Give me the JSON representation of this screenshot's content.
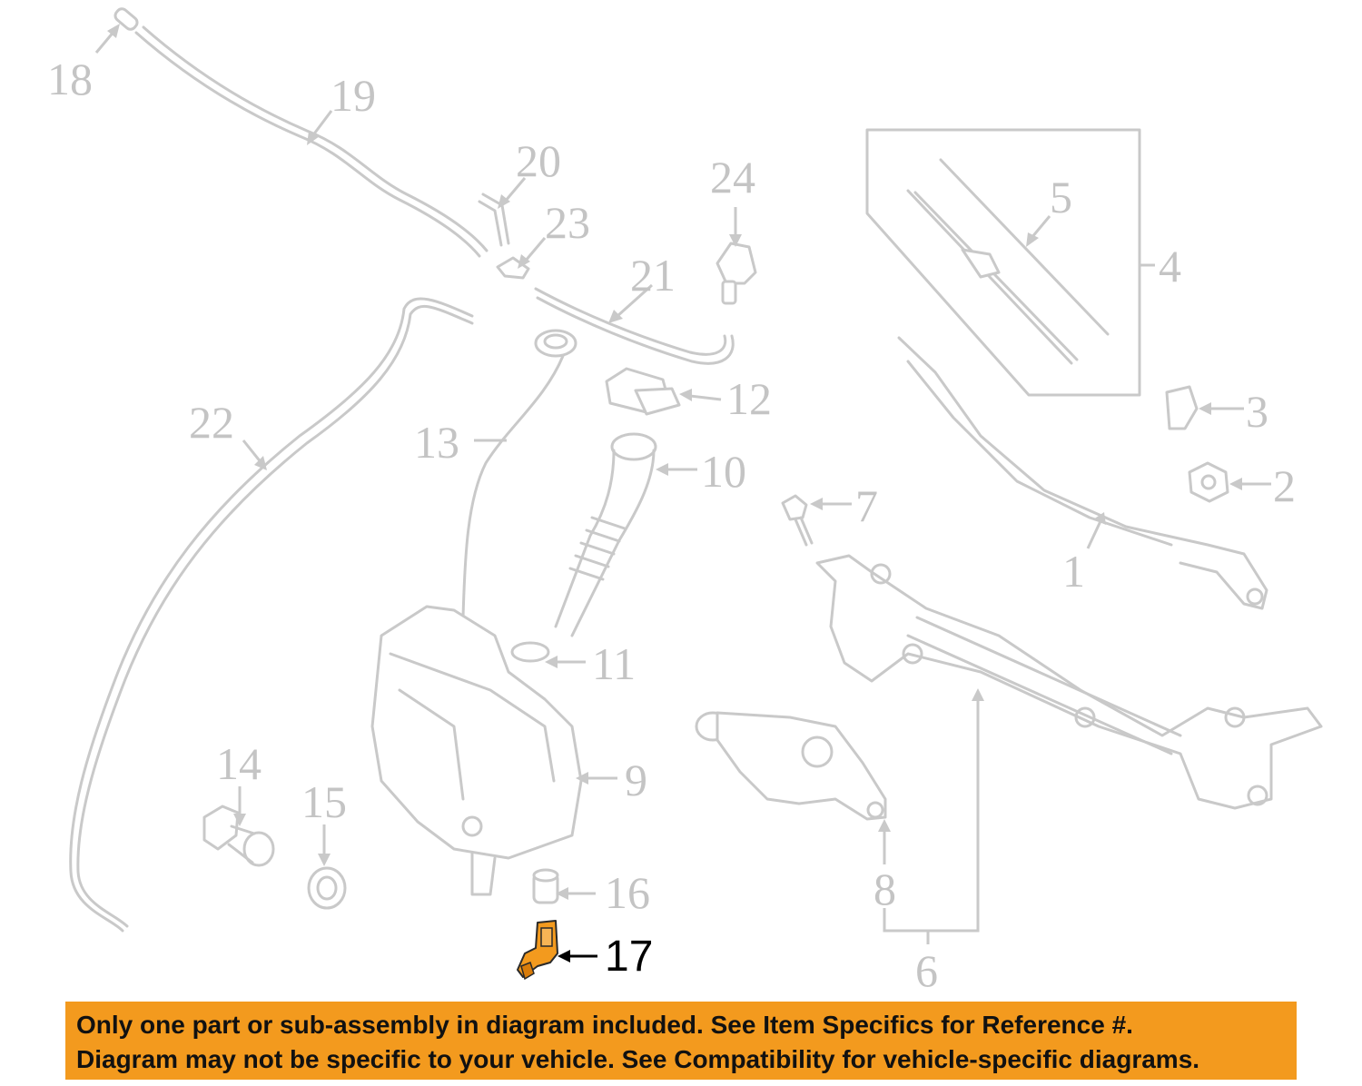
{
  "diagram": {
    "highlight_color": "#f39a1e",
    "part_color": "#c9c9c9",
    "highlighted_part": "17",
    "callouts": [
      "1",
      "2",
      "3",
      "4",
      "5",
      "6",
      "7",
      "8",
      "9",
      "10",
      "11",
      "12",
      "13",
      "14",
      "15",
      "16",
      "17",
      "18",
      "19",
      "20",
      "21",
      "22",
      "23",
      "24"
    ]
  },
  "banner": {
    "background": "#f39a1e",
    "line1": "Only one part or sub-assembly in diagram included. See Item Specifics for Reference #.",
    "line2": "Diagram may not be specific to your vehicle. See Compatibility for vehicle-specific diagrams."
  }
}
